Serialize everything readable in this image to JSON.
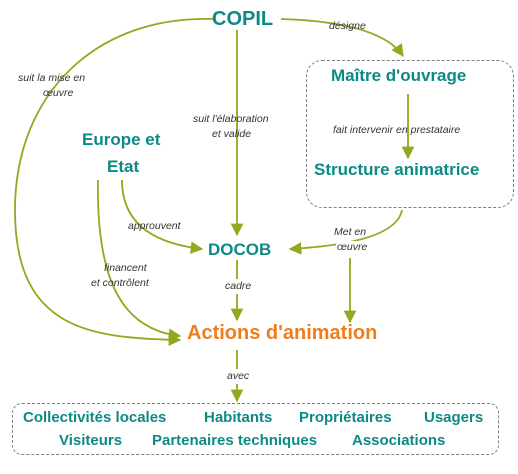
{
  "colors": {
    "node_text": "#0e8a86",
    "accent_node_text": "#f07d1a",
    "arrow": "#8eaa1e",
    "dashed_border": "#7f7f7f",
    "edge_label_text": "#333333"
  },
  "nodes": {
    "copil": "COPIL",
    "maitre_ouvrage": "Maître d'ouvrage",
    "structure_animatrice": "Structure animatrice",
    "europe_etat_line1": "Europe et",
    "europe_etat_line2": "Etat",
    "docob": "DOCOB",
    "actions": "Actions d'animation"
  },
  "edge_labels": {
    "designe": "désigne",
    "suit_mise_line1": "suit la mise en",
    "suit_mise_line2": "œuvre",
    "suit_elab_line1": "suit l'élaboration",
    "suit_elab_line2": "et valide",
    "fait_intervenir": "fait intervenir en prestataire",
    "approuvent": "approuvent",
    "met_en_line1": "Met en",
    "met_en_line2": "œuvre",
    "financent_line1": "financent",
    "financent_line2": "et contrôlent",
    "cadre": "cadre",
    "avec": "avec"
  },
  "actors": {
    "row1": [
      "Collectivités locales",
      "Habitants",
      "Propriétaires",
      "Usagers"
    ],
    "row2": [
      "Visiteurs",
      "Partenaires techniques",
      "Associations"
    ]
  }
}
